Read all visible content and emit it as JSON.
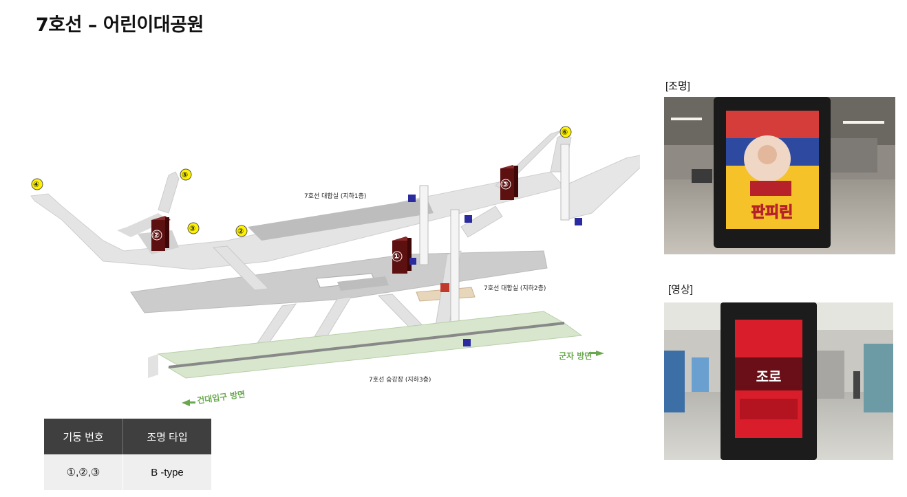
{
  "page": {
    "title": "7호선 – 어린이대공원"
  },
  "map": {
    "level1_label": "7호선 대합실 (지하1층)",
    "level2_label": "7호선 대합실 (지하2층)",
    "level3_label": "7호선 승강장 (지하3층)",
    "direction_right": "군자 방면",
    "direction_left": "건대입구 방면",
    "exits": [
      "①",
      "②",
      "③",
      "④",
      "⑤",
      "⑥"
    ],
    "pillars": [
      "①",
      "②",
      "③"
    ],
    "colors": {
      "pillar": "#5c1010",
      "exit_marker": "#fff200",
      "platform": "#d7e6cc",
      "floor": "#c8c8c8",
      "direction": "#6aa84f"
    }
  },
  "legend": {
    "header_pillar": "기둥 번호",
    "header_type": "조명 타입",
    "row_pillars": "①,②,③",
    "row_type": "B -type"
  },
  "photos": {
    "lighting_label": "[조명]",
    "video_label": "[영상]",
    "lighting_ad_text": "판피린",
    "video_ad_text": "조로"
  }
}
